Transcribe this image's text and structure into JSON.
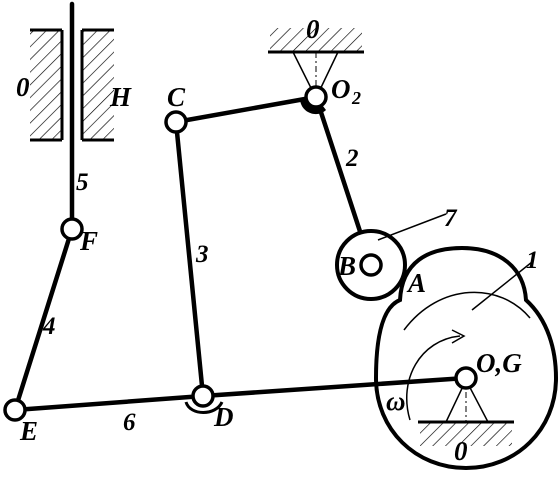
{
  "labels": {
    "ground_top": "0",
    "ground_left": "0",
    "ground_bottom": "0",
    "point_H": "H",
    "point_C": "C",
    "point_O2": "O",
    "point_O2_sub": "2",
    "point_F": "F",
    "point_B": "B",
    "point_A": "A",
    "point_OG": "O,G",
    "point_E": "E",
    "point_D": "D",
    "omega": "ω"
  },
  "link_numbers": {
    "link_1": "1",
    "link_2": "2",
    "link_3": "3",
    "link_4": "4",
    "link_5": "5",
    "link_6": "6",
    "link_7": "7"
  }
}
